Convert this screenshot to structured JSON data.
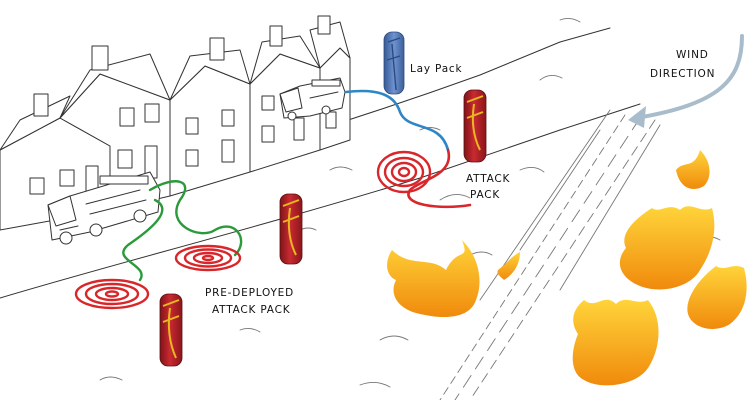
{
  "labels": {
    "wind_line1": "WIND",
    "wind_line2": "DIRECTION",
    "lay_pack": "Lay Pack",
    "attack_line1": "ATTACK",
    "attack_line2": "PACK",
    "predeployed_line1": "PRE-DEPLOYED",
    "predeployed_line2": "ATTACK PACK"
  },
  "colors": {
    "lay_hose": "#2f86c6",
    "attack_hose": "#d9262a",
    "supply_hose": "#2a9a3a",
    "red_pack": "#b2222a",
    "blue_pack": "#4f77b8",
    "pack_strap": "#e8b820",
    "fire_light": "#ffd43a",
    "fire_dark": "#f08a0c",
    "wind_arrow": "#a8bccb"
  },
  "icons": {
    "engine": "fire-engine-icon",
    "pack": "hose-pack-icon",
    "fire": "flame-icon"
  }
}
